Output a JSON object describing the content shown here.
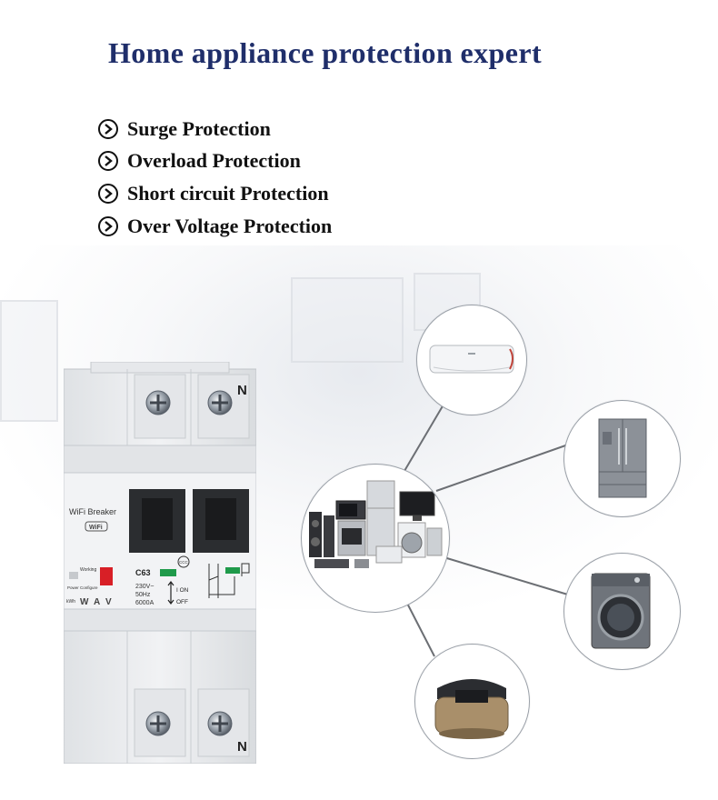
{
  "header": {
    "title": "Home appliance protection expert"
  },
  "features": [
    {
      "label": "Surge Protection",
      "icon": "chevron-right-circle-icon"
    },
    {
      "label": "Overload Protection",
      "icon": "chevron-right-circle-icon"
    },
    {
      "label": "Short circuit Protection",
      "icon": "chevron-right-circle-icon"
    },
    {
      "label": "Over Voltage Protection",
      "icon": "chevron-right-circle-icon"
    }
  ],
  "breaker": {
    "pole_top": "N",
    "pole_bottom": "N",
    "brand": "WiFi Breaker",
    "wifi_badge": "WiFi",
    "working": "Working",
    "power_config": "Power Configure",
    "rating": "C63",
    "voltage": "230V~",
    "frequency": "50Hz",
    "capacity": "6000A",
    "on": "I ON",
    "off": "OFF",
    "meter_units": [
      "kWh",
      "W",
      "A",
      "V"
    ],
    "cert": "CCC"
  },
  "colors": {
    "title": "#1f2e6a",
    "text": "#111111",
    "breaker_body": "#e9ebed",
    "handle": "#2b2d30",
    "indicator_red": "#d81f26",
    "indicator_green": "#1f9a4a"
  }
}
